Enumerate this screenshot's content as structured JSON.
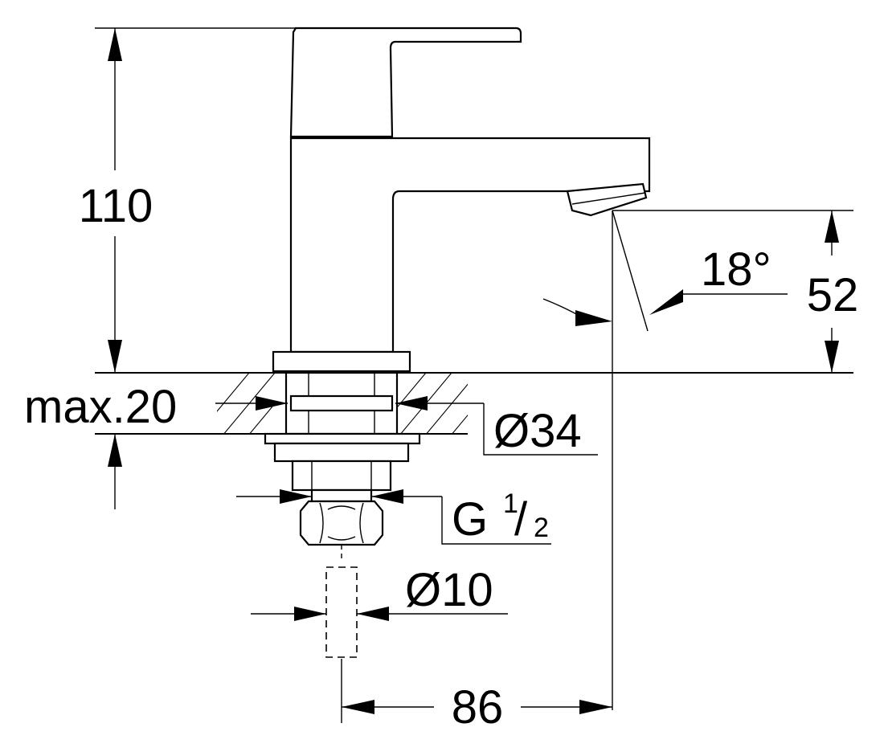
{
  "drawing": {
    "dim_height_total": "110",
    "dim_height_spout": "52",
    "dim_spout_angle": "18°",
    "dim_max_thickness": "max.20",
    "dim_base_diameter": "Ø34",
    "dim_thread_letter": "G",
    "dim_thread_numerator": "1",
    "dim_thread_slash": "/",
    "dim_thread_denominator": "2",
    "dim_supply_diameter": "Ø10",
    "dim_projection": "86"
  }
}
